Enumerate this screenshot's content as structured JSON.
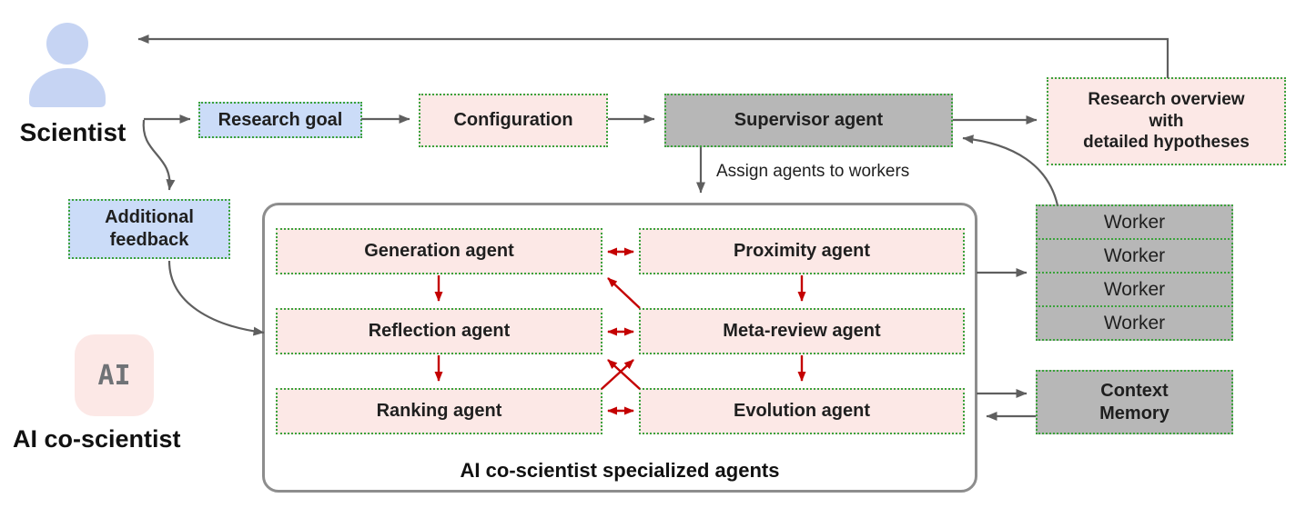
{
  "scientist": {
    "label": "Scientist"
  },
  "ai_co_scientist": {
    "badge": "AI",
    "label": "AI co-scientist"
  },
  "flow_boxes": {
    "research_goal": "Research goal",
    "configuration": "Configuration",
    "supervisor_agent": "Supervisor agent",
    "research_overview": "Research overview\nwith\ndetailed hypotheses",
    "additional_feedback": "Additional\nfeedback",
    "context_memory": "Context\nMemory"
  },
  "agents_panel": {
    "caption": "AI co-scientist specialized agents",
    "agents": {
      "generation": "Generation agent",
      "proximity": "Proximity agent",
      "reflection": "Reflection agent",
      "meta_review": "Meta-review agent",
      "ranking": "Ranking agent",
      "evolution": "Evolution agent"
    }
  },
  "workers": {
    "labels": [
      "Worker",
      "Worker",
      "Worker",
      "Worker"
    ]
  },
  "annotations": {
    "assign_agents": "Assign agents to workers"
  },
  "icons": {
    "person": "person-icon",
    "ai_badge": "ai-badge-icon"
  },
  "colors": {
    "blue_box": "#cbdcf8",
    "pink_box": "#fce8e6",
    "gray_box": "#b7b7b7",
    "dotted_border_green": "#3ba23b",
    "panel_border_gray": "#8d8d8d",
    "arrow_gray": "#5f5f5f",
    "arrow_red": "#c40000",
    "person_icon_blue": "#c6d4f3",
    "ai_badge_text_gray": "#6f7276"
  }
}
